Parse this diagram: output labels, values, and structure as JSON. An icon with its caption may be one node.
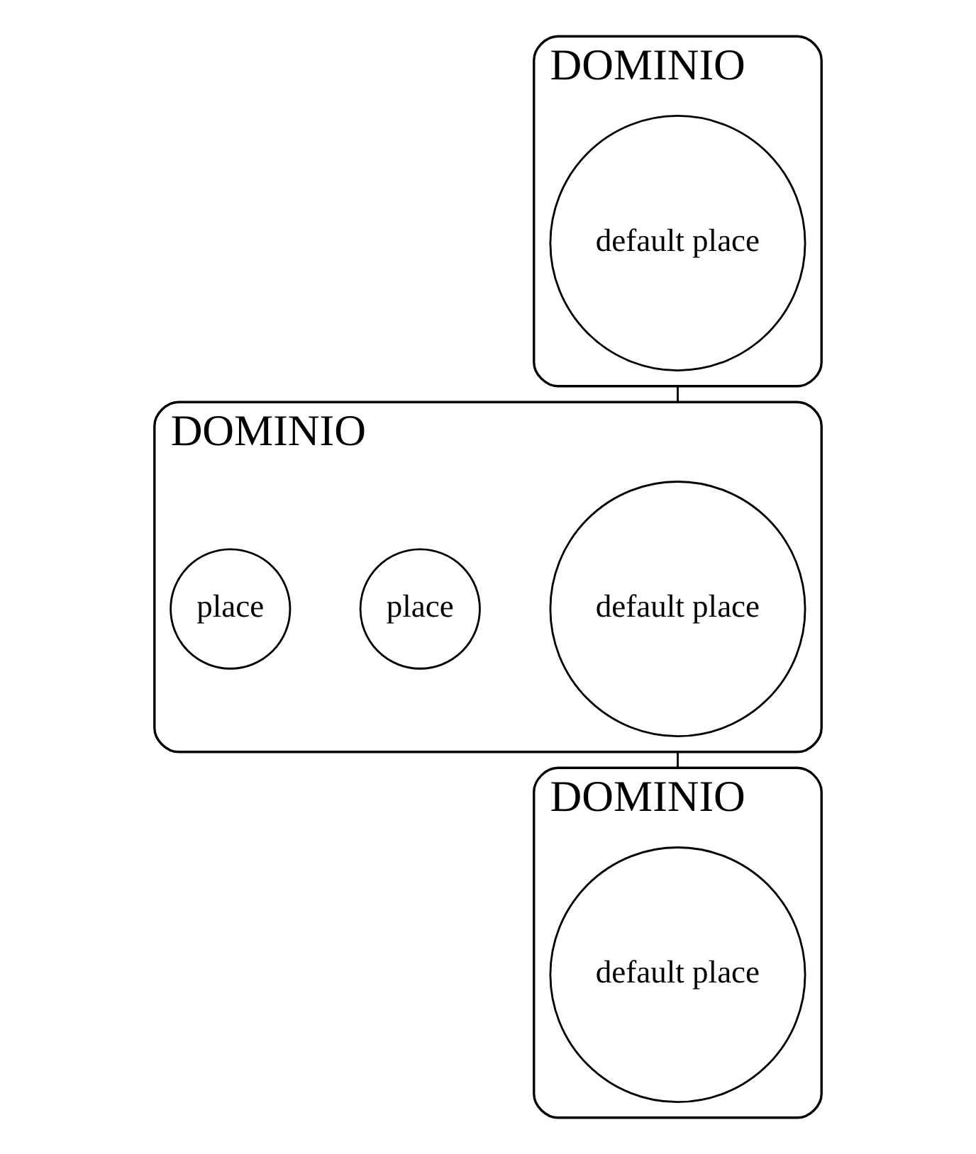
{
  "diagram": {
    "nodes": [
      {
        "text": [
          "DOMINIO"
        ]
      },
      {
        "text": [
          "default place"
        ],
        "in": 0
      },
      {
        "text": [
          "DOMINIO"
        ]
      },
      {
        "text": [
          "default place"
        ],
        "in": 2
      },
      {
        "text": [
          "place"
        ],
        "in": 2
      },
      {
        "text": [
          "place"
        ],
        "in": 2
      },
      {
        "text": [
          "DOMINIO"
        ]
      },
      {
        "text": [
          "default place"
        ],
        "in": 6
      }
    ],
    "edges": [
      {
        "from": 0,
        "to": 2,
        "arrow": "none"
      },
      {
        "from": 2,
        "to": 6,
        "arrow": "none"
      }
    ]
  }
}
